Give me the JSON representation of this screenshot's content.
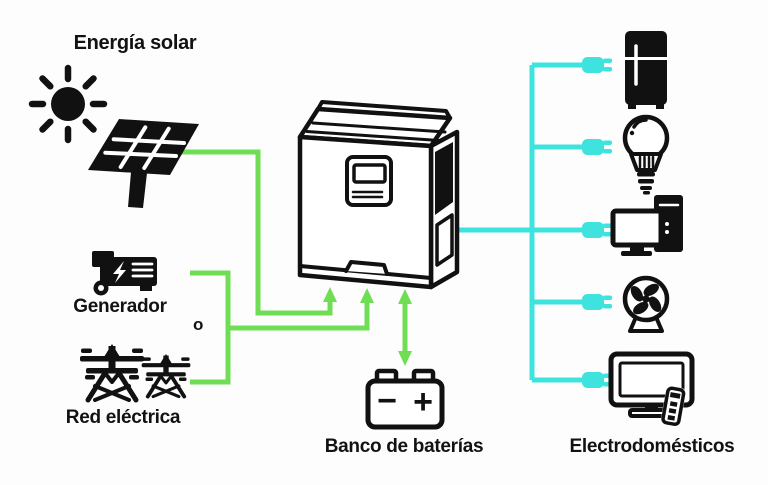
{
  "colors": {
    "bg": "#fdfdfd",
    "input": "#6fde55",
    "output": "#3fe3de",
    "ink": "#111111"
  },
  "sources": {
    "solar": {
      "label": "Energía solar",
      "icons": [
        "sun-icon",
        "solar-panel-icon"
      ]
    },
    "generator": {
      "label": "Generador",
      "icons": [
        "generator-icon"
      ]
    },
    "or_word": "o",
    "grid": {
      "label": "Red eléctrica",
      "icons": [
        "power-tower-icon",
        "power-tower-icon"
      ]
    }
  },
  "inverter": {
    "icon": "inverter-icon"
  },
  "battery": {
    "label": "Banco de baterías",
    "icon": "battery-icon",
    "minus": "−",
    "plus": "+"
  },
  "appliances": {
    "label": "Electrodomésticos",
    "items": [
      "refrigerator-icon",
      "light-bulb-icon",
      "desktop-computer-icon",
      "fan-icon",
      "television-icon"
    ],
    "connector": "plug-icon"
  }
}
